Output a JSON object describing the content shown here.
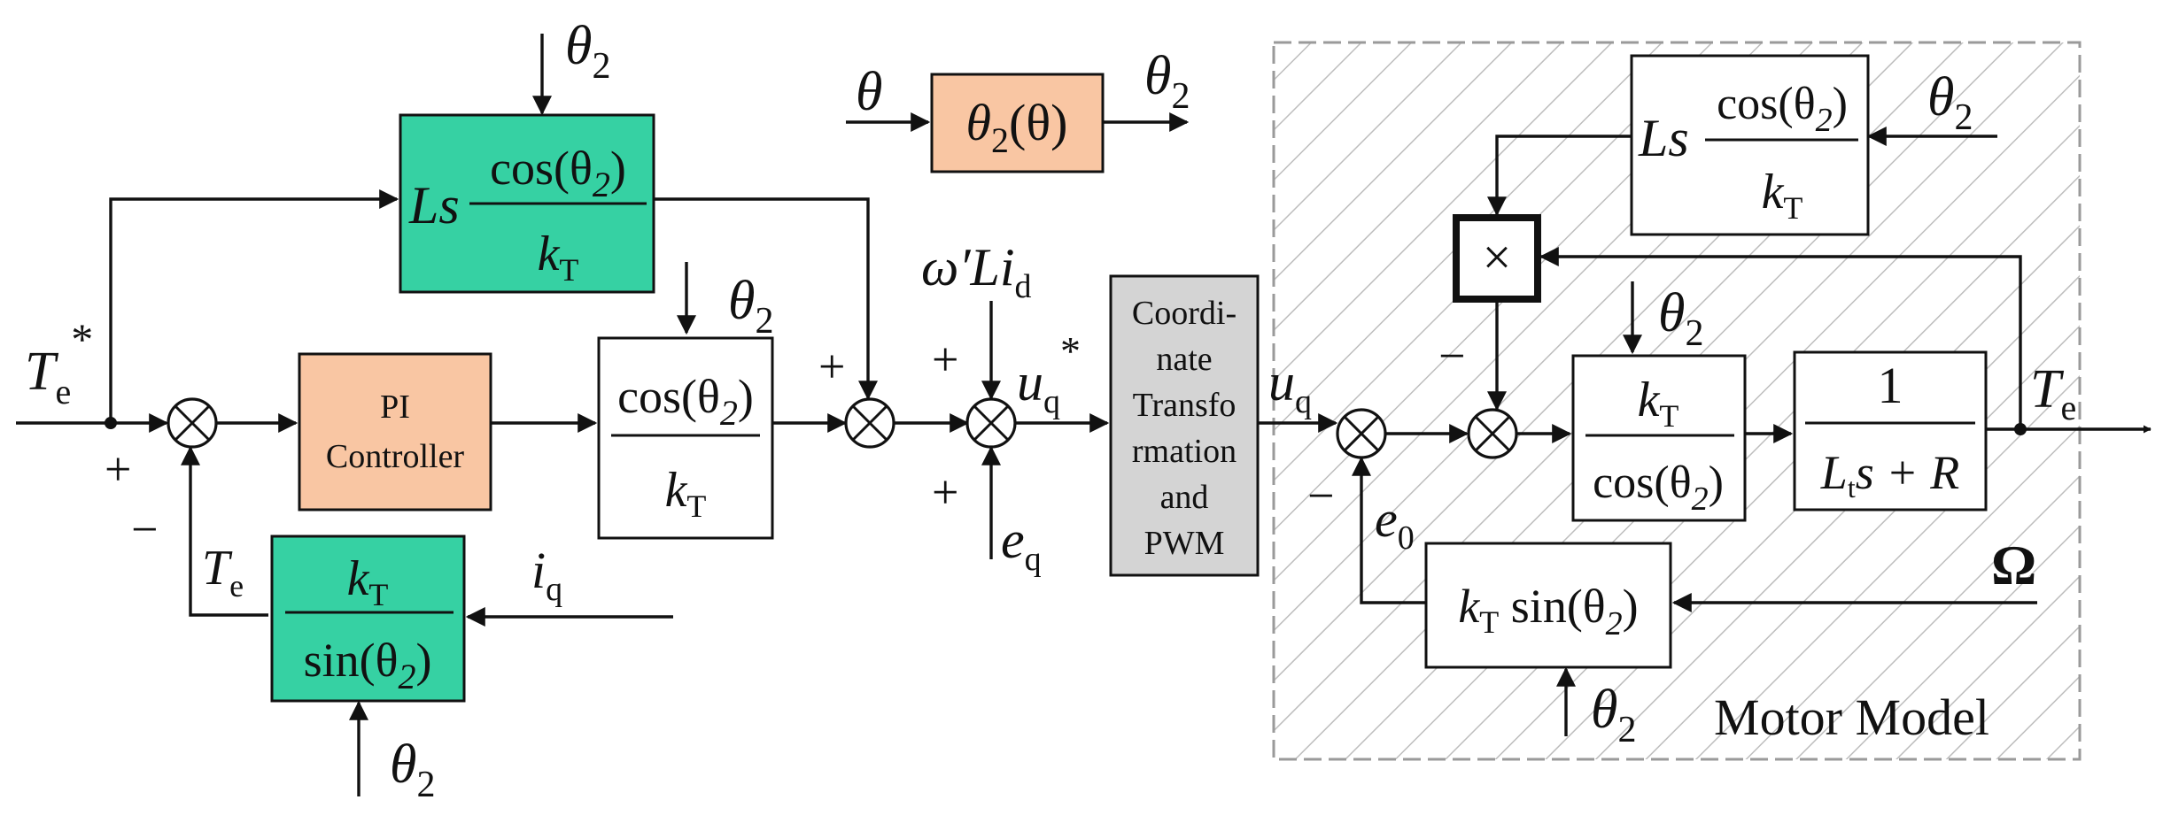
{
  "colors": {
    "block_green": "#36d1a3",
    "block_orange": "#f9c6a3",
    "block_gray": "#d4d4d4",
    "block_white": "#ffffff",
    "hatch_frame": "#9a9a9a",
    "hatch_lines": "#bdbdbd"
  },
  "labels": {
    "te_star": "T",
    "te_star_sub": "e",
    "te_star_sup": "*",
    "theta2": "θ",
    "theta2_sub": "2",
    "theta": "θ",
    "omega_li": "ω′Li",
    "omega_li_sub": "d",
    "uq_star": "u",
    "uq_star_sub": "q",
    "uq_star_sup": "*",
    "uq": "u",
    "uq_sub": "q",
    "eq": "e",
    "eq_sub": "q",
    "e0": "e",
    "e0_sub": "0",
    "te_fb": "T",
    "te_fb_sub": "e",
    "iq": "i",
    "iq_sub": "q",
    "te_out": "T",
    "te_out_sub": "e",
    "omega_cap": "Ω",
    "plus": "+",
    "minus": "−",
    "motor_model": "Motor Model"
  },
  "blocks": {
    "ff_top": {
      "prefix": "Ls",
      "num": "cos(θ",
      "num_sub": "2",
      "num_end": ")",
      "den": "k",
      "den_sub": "T"
    },
    "pi": {
      "line1": "PI",
      "line2": "Controller"
    },
    "cos_over_kt": {
      "num": "cos(θ",
      "num_sub": "2",
      "num_end": ")",
      "den": "k",
      "den_sub": "T"
    },
    "theta_map": {
      "text": "θ",
      "sub": "2",
      "end": "(θ)"
    },
    "coord": {
      "lines": [
        "Coordi-",
        "nate",
        "Transfo",
        "rmation",
        "and",
        "PWM"
      ]
    },
    "kt_over_sin": {
      "num": "k",
      "num_sub": "T",
      "den": "sin(θ",
      "den_sub": "2",
      "den_end": ")"
    },
    "motor_ls": {
      "prefix": "Ls",
      "num": "cos(θ",
      "num_sub": "2",
      "num_end": ")",
      "den": "k",
      "den_sub": "T"
    },
    "multiply": {
      "symbol": "×"
    },
    "kt_over_cos": {
      "num": "k",
      "num_sub": "T",
      "den": "cos(θ",
      "den_sub": "2",
      "den_end": ")"
    },
    "plant": {
      "num": "1",
      "den_a": "L",
      "den_sub": "t",
      "den_b": "s + R"
    },
    "kt_sin": {
      "a": "k",
      "a_sub": "T",
      "b": " sin(θ",
      "b_sub": "2",
      "b_end": ")"
    }
  }
}
